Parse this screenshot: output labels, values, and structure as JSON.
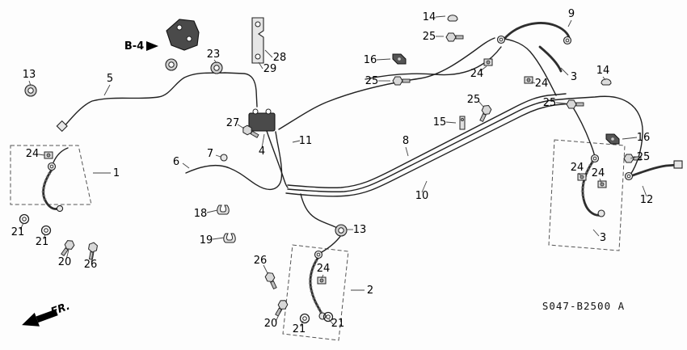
{
  "figure": {
    "code": "S047-B2500 A",
    "direction_label": "FR.",
    "bracket_ref": "B-4"
  },
  "callouts": [
    {
      "n": "13"
    },
    {
      "n": "5"
    },
    {
      "n": "23"
    },
    {
      "n": "28"
    },
    {
      "n": "29"
    },
    {
      "n": "14"
    },
    {
      "n": "25"
    },
    {
      "n": "9"
    },
    {
      "n": "16"
    },
    {
      "n": "25"
    },
    {
      "n": "24"
    },
    {
      "n": "24"
    },
    {
      "n": "3"
    },
    {
      "n": "14"
    },
    {
      "n": "25"
    },
    {
      "n": "25"
    },
    {
      "n": "15"
    },
    {
      "n": "27"
    },
    {
      "n": "11"
    },
    {
      "n": "4"
    },
    {
      "n": "6"
    },
    {
      "n": "7"
    },
    {
      "n": "8"
    },
    {
      "n": "10"
    },
    {
      "n": "16"
    },
    {
      "n": "25"
    },
    {
      "n": "24"
    },
    {
      "n": "24"
    },
    {
      "n": "12"
    },
    {
      "n": "3"
    },
    {
      "n": "1"
    },
    {
      "n": "24"
    },
    {
      "n": "21"
    },
    {
      "n": "21"
    },
    {
      "n": "20"
    },
    {
      "n": "26"
    },
    {
      "n": "18"
    },
    {
      "n": "19"
    },
    {
      "n": "13"
    },
    {
      "n": "26"
    },
    {
      "n": "24"
    },
    {
      "n": "2"
    },
    {
      "n": "20"
    },
    {
      "n": "21"
    },
    {
      "n": "21"
    }
  ]
}
